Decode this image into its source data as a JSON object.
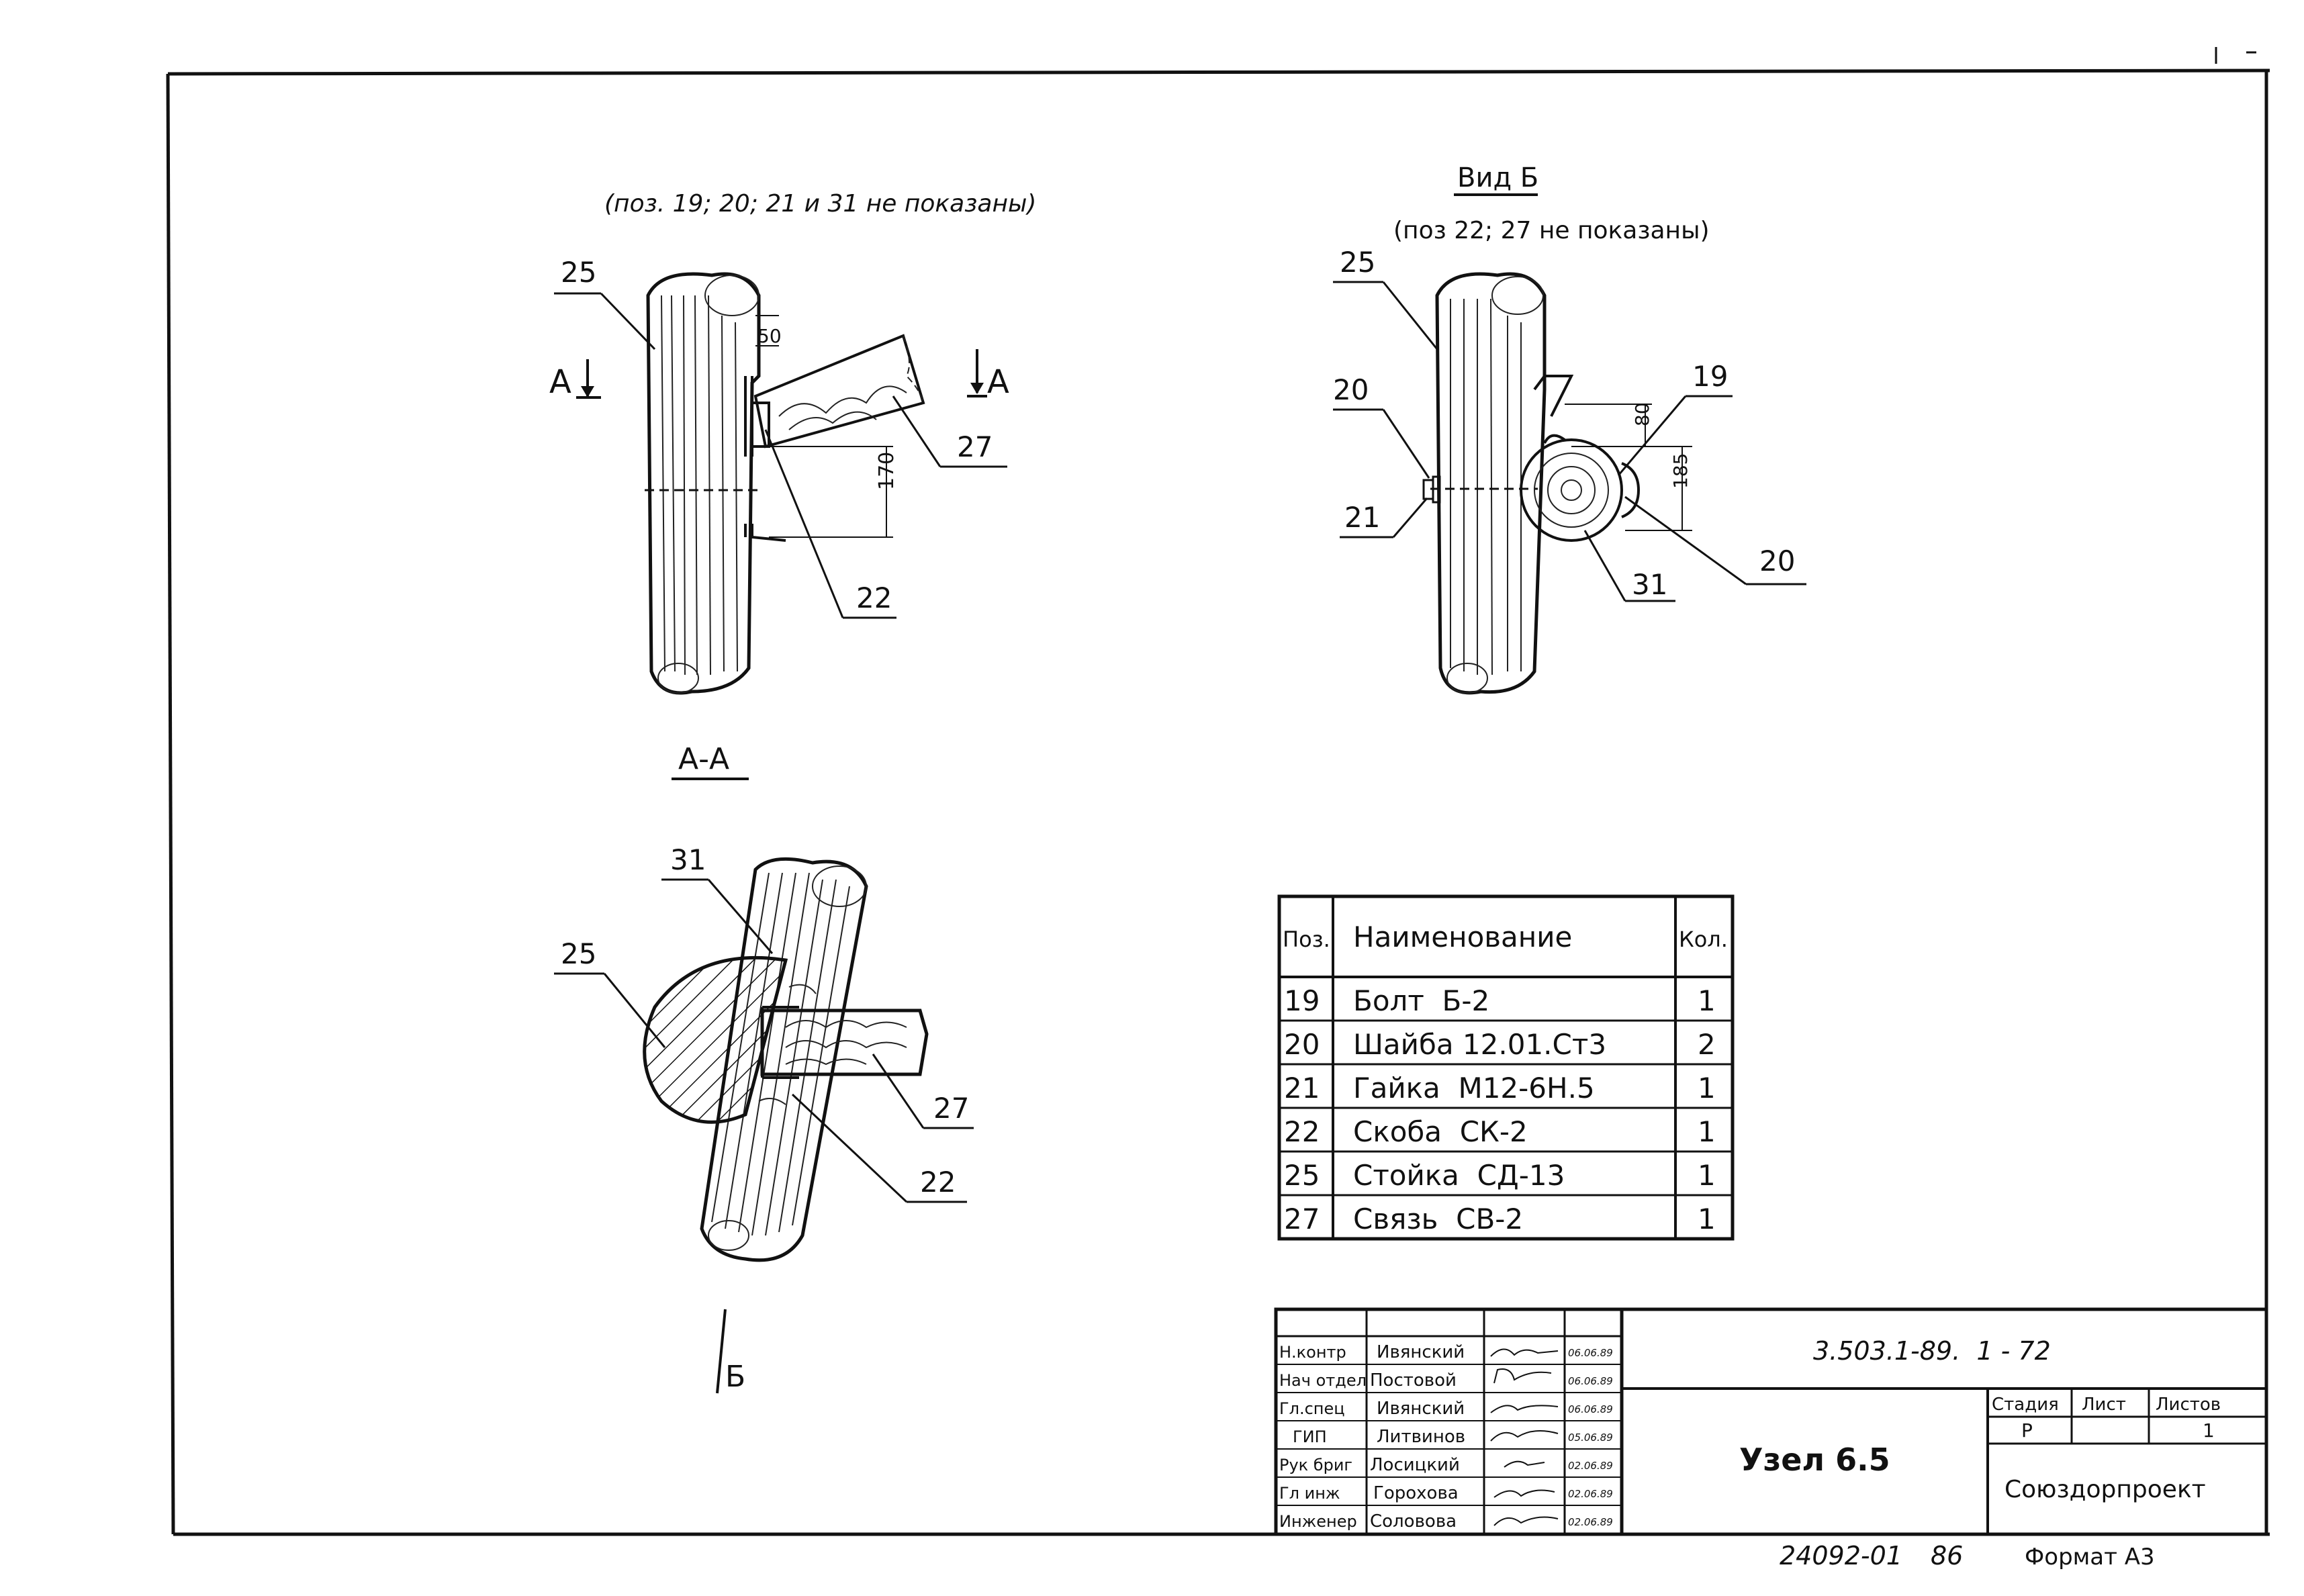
{
  "view_a": {
    "note": "(поз. 19; 20; 21 и 31 не показаны)",
    "section_mark": "А",
    "callouts": [
      "25",
      "27",
      "22"
    ],
    "dims": [
      "50",
      "170"
    ]
  },
  "view_b": {
    "title": "Вид Б",
    "note": "(поз 22; 27 не показаны)",
    "callouts": [
      "25",
      "20",
      "21",
      "19",
      "20",
      "31"
    ],
    "dims": [
      "80",
      "185"
    ]
  },
  "section_aa": {
    "title": "А-А",
    "callouts": [
      "31",
      "25",
      "27",
      "22"
    ],
    "arrow_label": "Б"
  },
  "spec_table": {
    "headers": [
      "Поз.",
      "Наименование",
      "Кол."
    ],
    "rows": [
      [
        "19",
        "Болт  Б-2",
        "1"
      ],
      [
        "20",
        "Шайба 12.01.Ст3",
        "2"
      ],
      [
        "21",
        "Гайка  М12-6Н.5",
        "1"
      ],
      [
        "22",
        "Скоба  СК-2",
        "1"
      ],
      [
        "25",
        "Стойка  СД-13",
        "1"
      ],
      [
        "27",
        "Связь  СВ-2",
        "1"
      ]
    ]
  },
  "title_block": {
    "roles": [
      "Н.контр",
      "Нач отдел",
      "Гл.спец",
      "ГИП",
      "Рук бриг",
      "Гл инж",
      "Инженер"
    ],
    "names": [
      "Ивянский",
      "Постовой",
      "Ивянский",
      "Литвинов",
      "Лосицкий",
      "Горохова",
      "Соловова"
    ],
    "dates": [
      "06.06.89",
      "06.06.89",
      "06.06.89",
      "05.06.89",
      "02.06.89",
      "02.06.89",
      "02.06.89"
    ],
    "doc_code": "3.503.1-89.  1 - 72",
    "sheet_title": "Узел 6.5",
    "stage_header": "Стадия",
    "sheet_header": "Лист",
    "sheets_header": "Листов",
    "stage": "Р",
    "sheet": "",
    "sheets": "1",
    "organization": "Союздорпроект"
  },
  "footer": {
    "inventory": "24092-01",
    "page": "86",
    "format": "Формат А3"
  }
}
